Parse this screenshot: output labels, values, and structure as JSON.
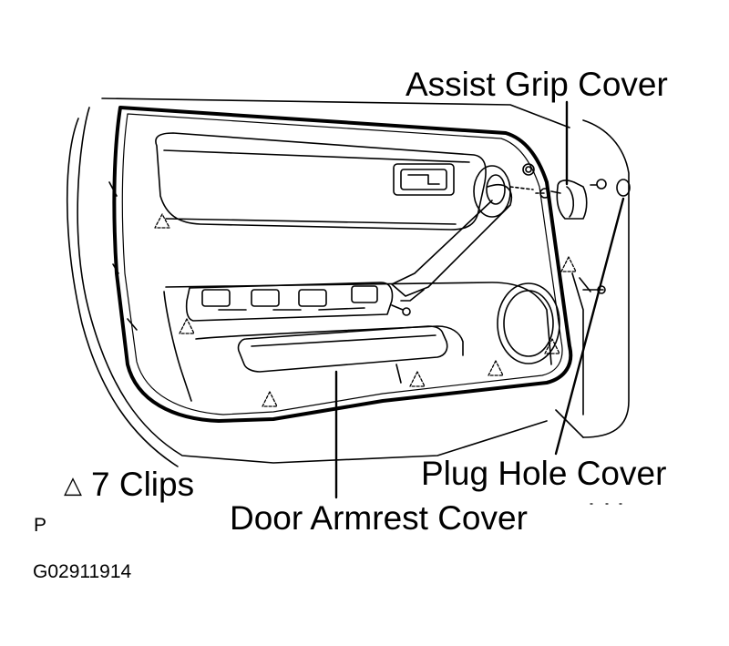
{
  "callouts": {
    "assist_grip_cover": "Assist Grip Cover",
    "plug_hole_cover": "Plug Hole Cover",
    "door_armrest_cover": "Door Armrest Cover"
  },
  "legend": {
    "clip_symbol": "△",
    "clips_text": "7 Clips"
  },
  "figure": {
    "marker": "P",
    "code": "G02911914"
  },
  "colors": {
    "line": "#000000",
    "background": "#ffffff"
  }
}
